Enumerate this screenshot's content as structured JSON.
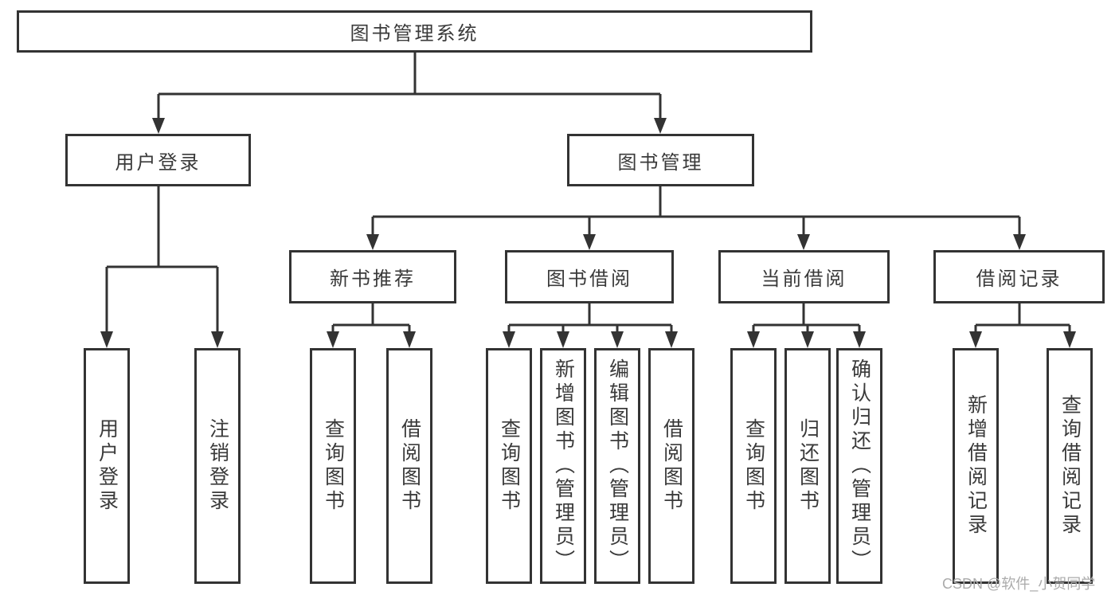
{
  "diagram": {
    "root": {
      "label": "图书管理系统"
    },
    "branches": [
      {
        "label": "用户登录",
        "children": [
          {
            "label": "用户登录"
          },
          {
            "label": "注销登录"
          }
        ]
      },
      {
        "label": "图书管理",
        "children": [
          {
            "label": "新书推荐",
            "children": [
              {
                "label": "查询图书"
              },
              {
                "label": "借阅图书"
              }
            ]
          },
          {
            "label": "图书借阅",
            "children": [
              {
                "label": "查询图书"
              },
              {
                "label": "新增图书（管理员）"
              },
              {
                "label": "编辑图书（管理员）"
              },
              {
                "label": "借阅图书"
              }
            ]
          },
          {
            "label": "当前借阅",
            "children": [
              {
                "label": "查询图书"
              },
              {
                "label": "归还图书"
              },
              {
                "label": "确认归还（管理员）"
              }
            ]
          },
          {
            "label": "借阅记录",
            "children": [
              {
                "label": "新增借阅记录"
              },
              {
                "label": "查询借阅记录"
              }
            ]
          }
        ]
      }
    ]
  },
  "watermark": {
    "text": "CSDN @软件_小贺同学"
  },
  "colors": {
    "line": "#333333",
    "box_border": "#333333",
    "text": "#3a3a3a",
    "watermark": "#ababab",
    "background": "#ffffff"
  }
}
